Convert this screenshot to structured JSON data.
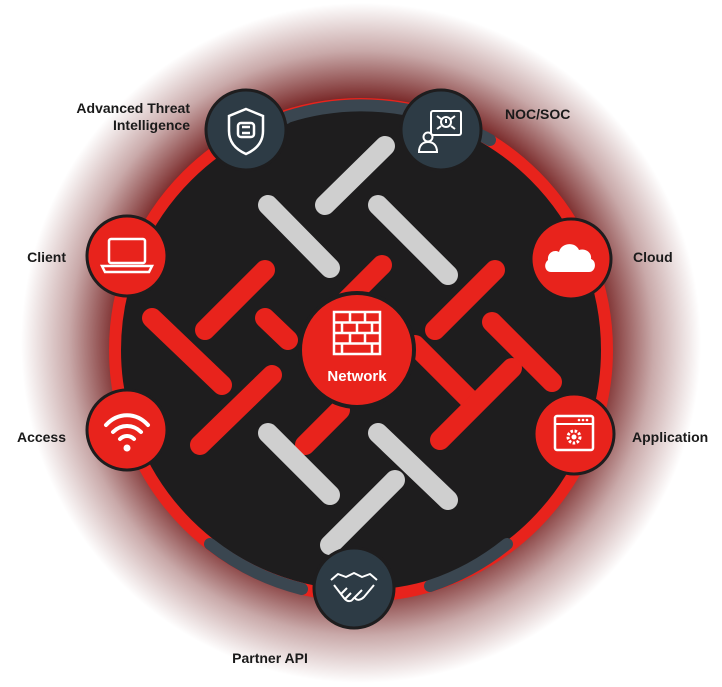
{
  "colors": {
    "red": "#e8231c",
    "dark_node": "#2d3b45",
    "ring_dark": "#3a4650",
    "center": "#e8231c",
    "light_stripe": "#cfcfcf",
    "hub": "#1e1d1e",
    "glow": "#5a1414"
  },
  "center": {
    "label": "Network",
    "icon": "firewall-icon"
  },
  "nodes": [
    {
      "id": "ati",
      "label_lines": [
        "Advanced Threat",
        "Intelligence"
      ],
      "icon": "shield-chip-icon",
      "style": "dark"
    },
    {
      "id": "noc",
      "label_lines": [
        "NOC/SOC"
      ],
      "icon": "operator-screen-icon",
      "style": "dark"
    },
    {
      "id": "cloud",
      "label_lines": [
        "Cloud"
      ],
      "icon": "cloud-icon",
      "style": "red"
    },
    {
      "id": "application",
      "label_lines": [
        "Application"
      ],
      "icon": "app-window-gear-icon",
      "style": "red"
    },
    {
      "id": "partner",
      "label_lines": [
        "Partner API"
      ],
      "icon": "handshake-icon",
      "style": "dark"
    },
    {
      "id": "access",
      "label_lines": [
        "Access"
      ],
      "icon": "wifi-icon",
      "style": "red"
    },
    {
      "id": "client",
      "label_lines": [
        "Client"
      ],
      "icon": "laptop-icon",
      "style": "red"
    }
  ]
}
